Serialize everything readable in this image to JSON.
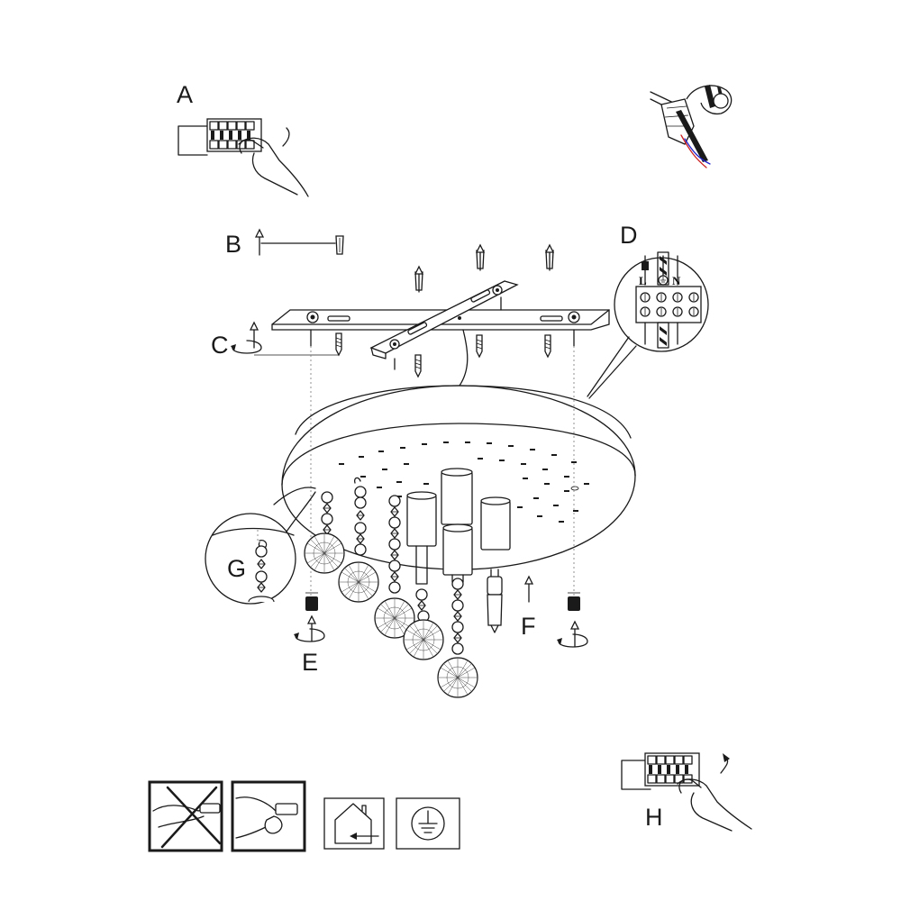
{
  "steps": {
    "a": "A",
    "b": "B",
    "c": "C",
    "d": "D",
    "e": "E",
    "f": "F",
    "g": "G",
    "h": "H"
  },
  "terminal_labels": {
    "live": "L",
    "neutral": "N"
  },
  "icons": [
    "breaker-off-hand-icon",
    "wire-nut-connector-icon",
    "do-not-touch-bulb-bare-hand-icon",
    "handle-bulb-with-cloth-icon",
    "indoor-use-only-icon",
    "protective-earth-icon",
    "breaker-on-hand-icon"
  ]
}
